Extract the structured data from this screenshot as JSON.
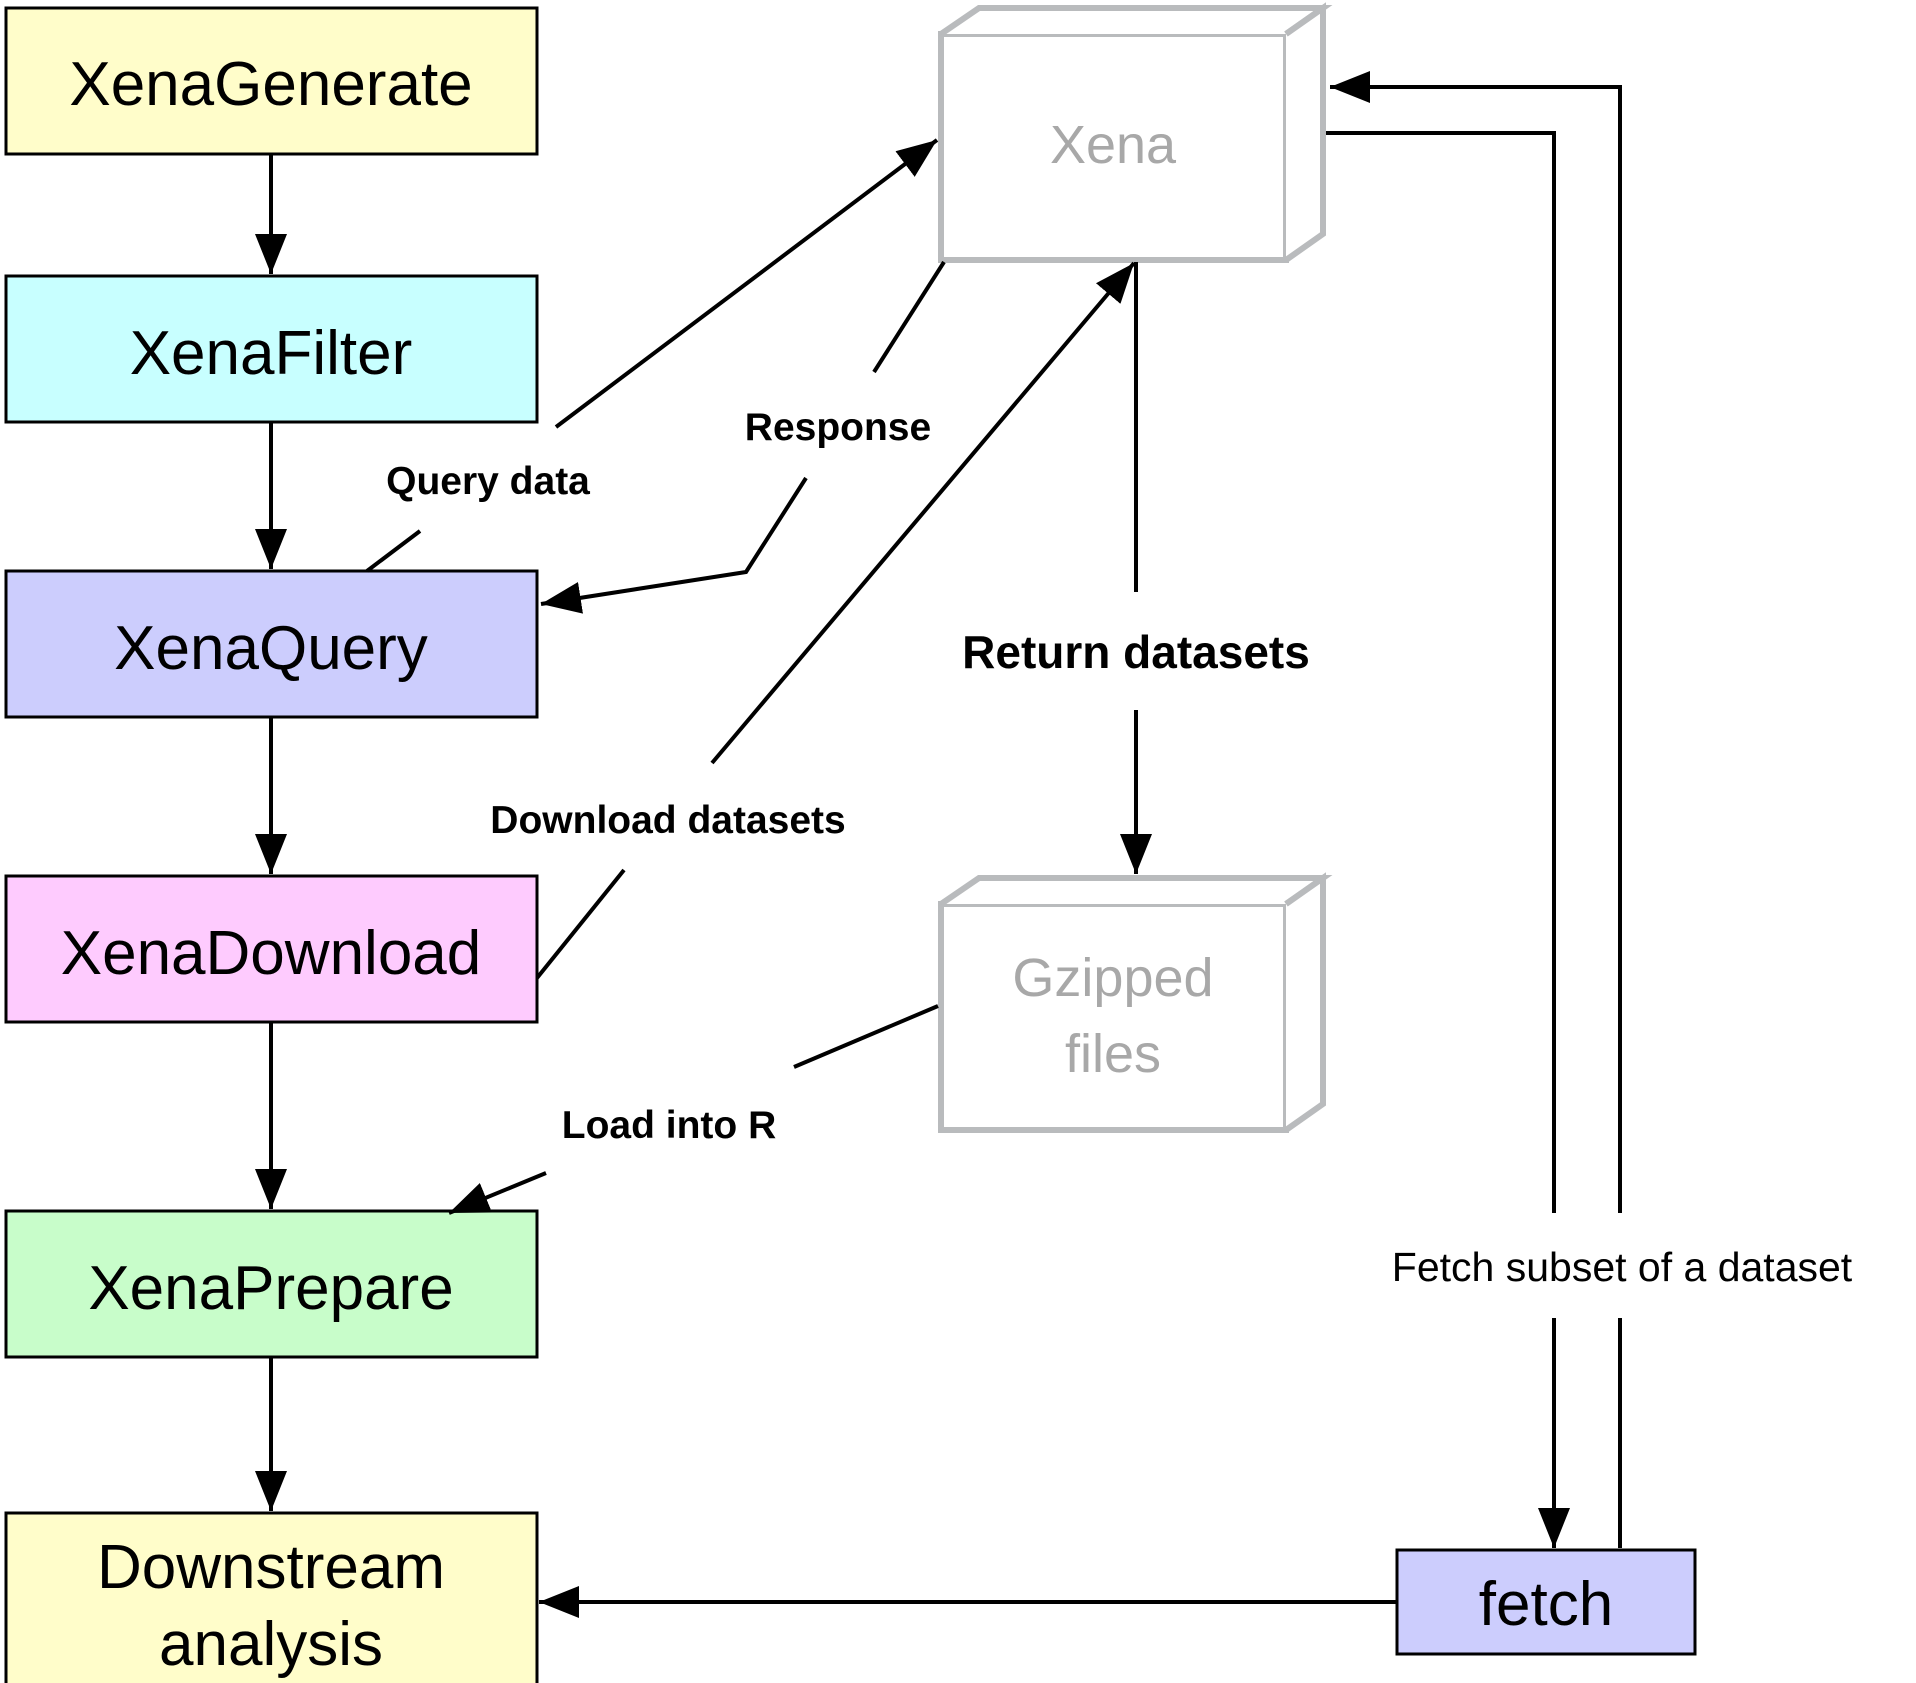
{
  "nodes": {
    "xena_generate": {
      "label": "XenaGenerate",
      "fill": "#fffdca"
    },
    "xena_filter": {
      "label": "XenaFilter",
      "fill": "#c8ffff"
    },
    "xena_query": {
      "label": "XenaQuery",
      "fill": "#cccdfd"
    },
    "xena_download": {
      "label": "XenaDownload",
      "fill": "#fecbfe"
    },
    "xena_prepare": {
      "label": "XenaPrepare",
      "fill": "#c8fdca"
    },
    "downstream": {
      "line1": "Downstream",
      "line2": "analysis",
      "fill": "#fffdca"
    },
    "fetch": {
      "label": "fetch",
      "fill": "#cccdfd"
    },
    "xena_server": {
      "label": "Xena",
      "stroke": "#b9bbbd"
    },
    "gzipped": {
      "line1": "Gzipped",
      "line2": "files",
      "stroke": "#b9bbbd"
    }
  },
  "edges": {
    "query_data": "Query data",
    "response": "Response",
    "download_datasets": "Download datasets",
    "return_datasets": "Return datasets",
    "load_into_r": "Load into R",
    "fetch_subset": "Fetch subset of a dataset"
  }
}
